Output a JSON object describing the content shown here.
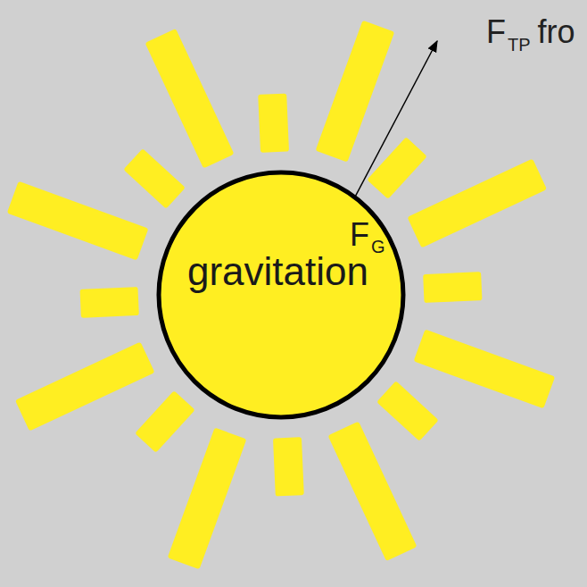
{
  "diagram": {
    "nodes": [
      {
        "text": [
          "F",
          "G",
          "gravitation"
        ]
      }
    ],
    "labels": [
      "F",
      "TP",
      "fro"
    ]
  }
}
